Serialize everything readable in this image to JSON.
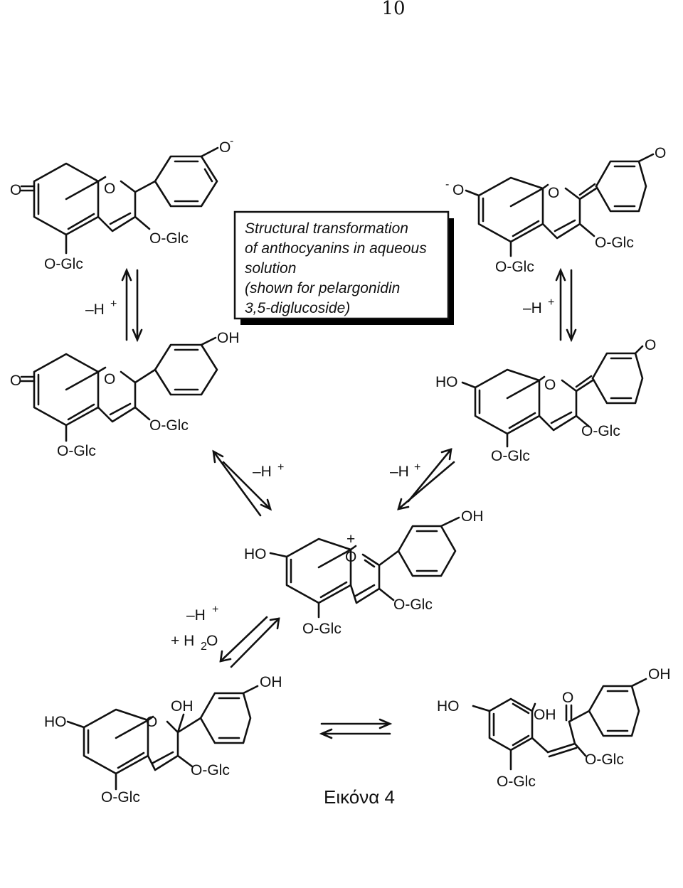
{
  "page_number": "10",
  "title_box": {
    "lines": [
      "Structural transformation",
      "of anthocyanins in aqueous",
      "solution",
      "(shown for pelargonidin",
      "3,5-diglucoside)"
    ]
  },
  "caption": "Εικόνα 4",
  "structures": {
    "top_left": {
      "ring_o": "O",
      "oxo": "O",
      "phenolate": "O",
      "charge": "-",
      "glc3": "O-Glc",
      "glc5": "O-Glc"
    },
    "mid_left": {
      "ring_o": "O",
      "oxo": "O",
      "phenol": "OH",
      "glc3": "O-Glc",
      "glc5": "O-Glc"
    },
    "top_right": {
      "ring_o": "O",
      "phenolate": "O",
      "charge": "-",
      "quinone_o": "O",
      "glc3": "O-Glc",
      "glc5": "O-Glc"
    },
    "mid_right": {
      "ring_o": "O",
      "ho7": "HO",
      "quinone_o": "O",
      "glc3": "O-Glc",
      "glc5": "O-Glc"
    },
    "center": {
      "ring_o": "O",
      "plus": "+",
      "ho7": "HO",
      "phenol": "OH",
      "glc3": "O-Glc",
      "glc5": "O-Glc"
    },
    "bottom_left": {
      "ring_o": "O",
      "ho7": "HO",
      "oh2": "OH",
      "phenol": "OH",
      "glc3": "O-Glc",
      "glc5": "O-Glc"
    },
    "bottom_right": {
      "ho": "HO",
      "oh": "OH",
      "keto": "O",
      "phenol": "OH",
      "glc_vinyl": "O-Glc",
      "glc_ring": "O-Glc"
    }
  },
  "arrow_labels": {
    "left_vertical": "–H",
    "right_vertical": "–H",
    "left_diag": "–H",
    "right_diag": "–H",
    "lower_left_1": "–H",
    "lower_left_2a": "+ H",
    "lower_left_2b": "2",
    "lower_left_2c": "O",
    "plus_sup": "+"
  }
}
